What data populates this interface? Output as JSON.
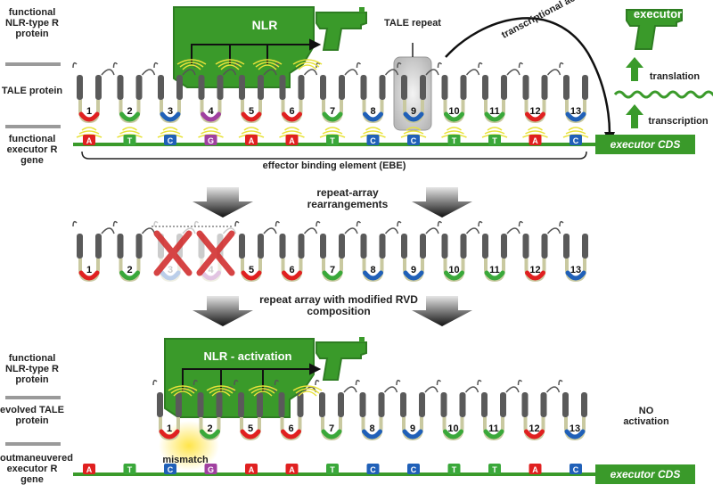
{
  "panel1": {
    "side_labels": [
      "functional NLR-type R protein",
      "TALE protein",
      "functional executor R gene"
    ],
    "nlr_label": "NLR",
    "tale_repeat_label": "TALE repeat",
    "transcriptional_activation": "transcriptional activation",
    "executor_label": "executor",
    "translation_label": "translation",
    "transcription_label": "transcription",
    "executor_cds": "executor CDS",
    "ebe_label": "effector binding element (EBE)",
    "repeats": [
      "1",
      "2",
      "3",
      "4",
      "5",
      "6",
      "7",
      "8",
      "9",
      "10",
      "11",
      "12",
      "13"
    ],
    "bases": [
      "A",
      "T",
      "C",
      "G",
      "A",
      "A",
      "T",
      "C",
      "C",
      "T",
      "T",
      "A",
      "C"
    ]
  },
  "step1": "repeat-array rearrangements",
  "panel2": {
    "repeats": [
      "1",
      "2",
      "3",
      "4",
      "5",
      "6",
      "7",
      "8",
      "9",
      "10",
      "11",
      "12",
      "13"
    ]
  },
  "step2": "repeat array with modified RVD composition",
  "panel3": {
    "side_labels": [
      "functional NLR-type R protein",
      "evolved TALE protein",
      "outmaneuvered executor R gene"
    ],
    "nlr_label": "NLR - activation",
    "no_activation": "NO activation",
    "mismatch": "mismatch",
    "executor_cds": "executor CDS",
    "repeats": [
      "1",
      "2",
      "5",
      "6",
      "7",
      "8",
      "9",
      "10",
      "11",
      "12",
      "13"
    ],
    "bases": [
      "A",
      "T",
      "C",
      "G",
      "A",
      "A",
      "T",
      "C",
      "C",
      "T",
      "T",
      "A",
      "C"
    ]
  },
  "colors": {
    "green": "#3a9a2a",
    "repeat_gray": "#5a5a5a",
    "rvd_red": "#e02020",
    "rvd_green": "#3aa83a",
    "rvd_blue": "#2060b8",
    "rvd_purple": "#a040a0",
    "mismatch_glow": "#ffe54a"
  },
  "icons": [
    "gun-icon",
    "arrow-icon",
    "cross-icon",
    "wave-icon"
  ]
}
